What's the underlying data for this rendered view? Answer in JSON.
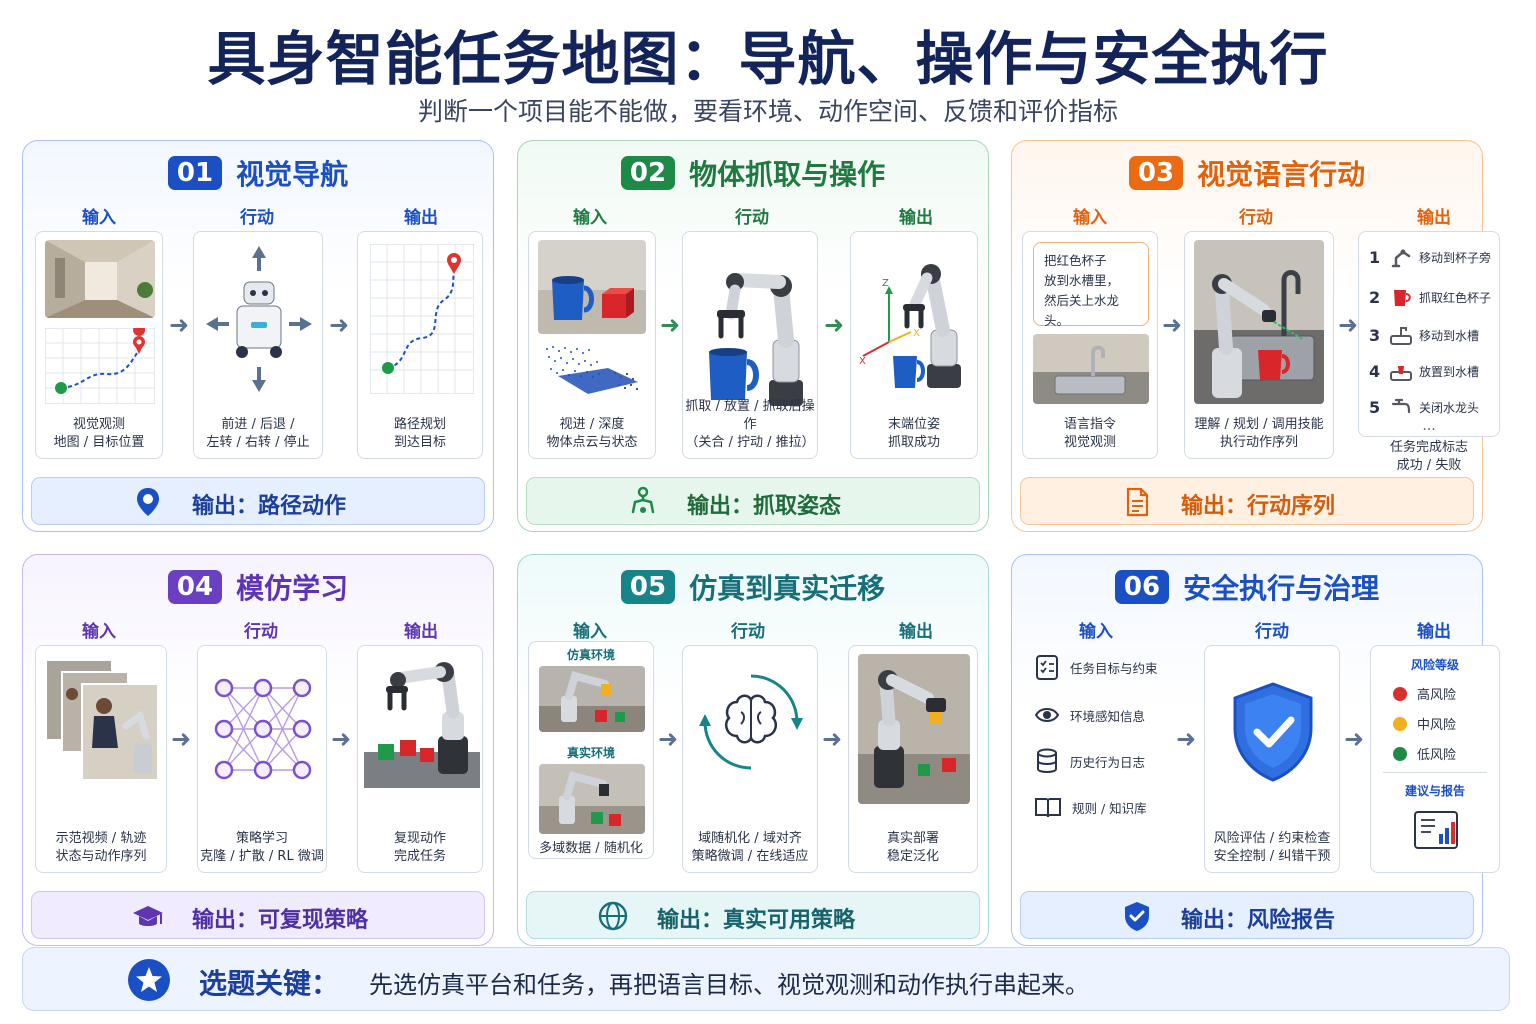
{
  "title": "具身智能任务地图：导航、操作与安全执行",
  "subtitle": "判断一个项目能不能做，要看环境、动作空间、反馈和评价指标",
  "colors": {
    "blue": "#1b50c4",
    "green": "#1f8a48",
    "orange": "#ea6b12",
    "purple": "#6a3fc2",
    "teal": "#17848a"
  },
  "headers": {
    "input": "输入",
    "action": "行动",
    "output": "输出"
  },
  "panels": [
    {
      "num": "01",
      "title": "视觉导航",
      "input_caption": [
        "视觉观测",
        "地图 / 目标位置"
      ],
      "action_caption": [
        "前进 / 后退 /",
        "左转 / 右转 / 停止"
      ],
      "output_caption": [
        "路径规划",
        "到达目标"
      ],
      "output_bar": "输出：路径动作"
    },
    {
      "num": "02",
      "title": "物体抓取与操作",
      "input_caption": [
        "视进 / 深度",
        "物体点云与状态"
      ],
      "action_caption": [
        "抓取 / 放置 / 抓取后操作",
        "（关合 / 拧动 / 推拉）"
      ],
      "output_caption": [
        "末端位姿",
        "抓取成功"
      ],
      "output_bar": "输出：抓取姿态"
    },
    {
      "num": "03",
      "title": "视觉语言行动",
      "instruction": [
        "把红色杯子",
        "放到水槽里，",
        "然后关上水龙头。"
      ],
      "input_caption": [
        "语言指令",
        "视觉观测"
      ],
      "action_caption": [
        "理解 / 规划 / 调用技能",
        "执行动作序列"
      ],
      "steps": [
        {
          "n": "1",
          "label": "移动到杯子旁"
        },
        {
          "n": "2",
          "label": "抓取红色杯子"
        },
        {
          "n": "3",
          "label": "移动到水槽"
        },
        {
          "n": "4",
          "label": "放置到水槽"
        },
        {
          "n": "5",
          "label": "关闭水龙头"
        }
      ],
      "ellipsis": "...",
      "output_caption": [
        "任务完成标志",
        "成功 / 失败"
      ],
      "output_bar": "输出：行动序列"
    },
    {
      "num": "04",
      "title": "模仿学习",
      "input_caption": [
        "示范视频 / 轨迹",
        "状态与动作序列"
      ],
      "action_caption": [
        "策略学习",
        "克隆 / 扩散 / RL 微调"
      ],
      "output_caption": [
        "复现动作",
        "完成任务"
      ],
      "output_bar": "输出：可复现策略"
    },
    {
      "num": "05",
      "title": "仿真到真实迁移",
      "sim_label": "仿真环境",
      "real_label": "真实环境",
      "input_caption": [
        "多域数据 / 随机化"
      ],
      "action_caption": [
        "域随机化 / 域对齐",
        "策略微调 / 在线适应"
      ],
      "output_caption": [
        "真实部署",
        "稳定泛化"
      ],
      "output_bar": "输出：真实可用策略"
    },
    {
      "num": "06",
      "title": "安全执行与治理",
      "inputs": [
        {
          "icon": "checklist-icon",
          "label": "任务目标与约束"
        },
        {
          "icon": "eye-icon",
          "label": "环境感知信息"
        },
        {
          "icon": "database-icon",
          "label": "历史行为日志"
        },
        {
          "icon": "book-icon",
          "label": "规则 / 知识库"
        }
      ],
      "action_caption": [
        "风险评估 / 约束检查",
        "安全控制 / 纠错干预"
      ],
      "risk_title": "风险等级",
      "risks": [
        {
          "label": "高风险",
          "color": "#d8302f"
        },
        {
          "label": "中风险",
          "color": "#f2b01e"
        },
        {
          "label": "低风险",
          "color": "#1f8a48"
        }
      ],
      "report_label": "建议与报告",
      "output_bar": "输出：风险报告"
    }
  ],
  "footer": {
    "label": "选题关键：",
    "text": "先选仿真平台和任务，再把语言目标、视觉观测和动作执行串起来。"
  }
}
